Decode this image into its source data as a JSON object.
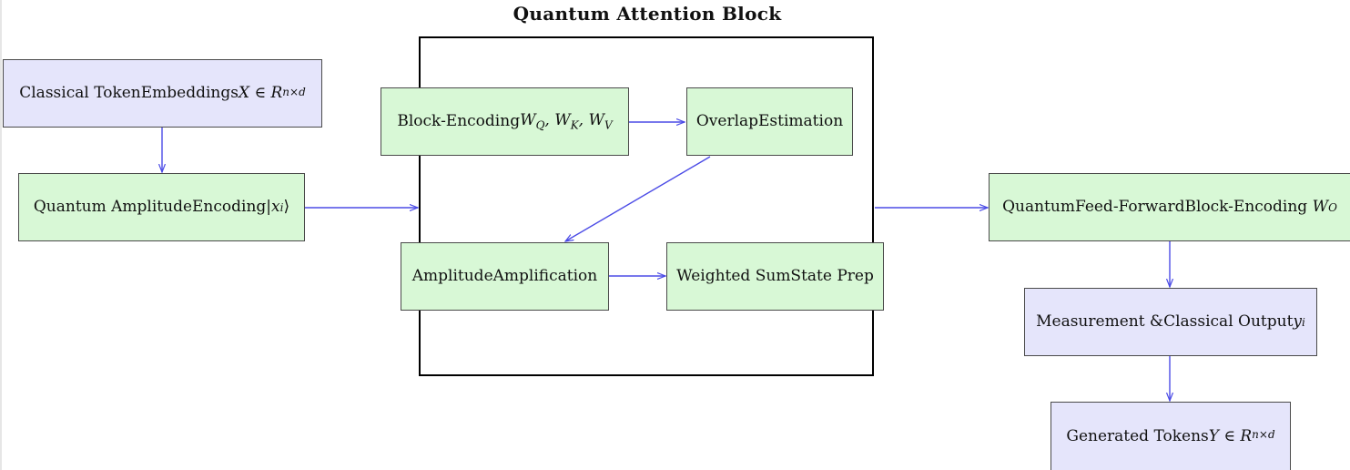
{
  "title": "Quantum Attention Block",
  "colors": {
    "blue_fill": "#e5e5fb",
    "green_fill": "#d8f8d6",
    "arrow": "#4b4be6"
  },
  "nodes": {
    "classical_embeddings": {
      "text": "Classical TokenEmbeddings",
      "var": "X ∈ R",
      "sup": "n×d"
    },
    "amplitude_encoding": {
      "text": "Quantum AmplitudeEncoding",
      "var": "|x",
      "sub": "i",
      "close": "⟩"
    },
    "block_encoding": {
      "text": "Block-Encoding",
      "math": "W_Q, W_K, W_V"
    },
    "overlap_estimation": {
      "text": "OverlapEstimation"
    },
    "amplitude_amplification": {
      "text": "AmplitudeAmplification"
    },
    "weighted_sum": {
      "text": "Weighted SumState Prep"
    },
    "feed_forward": {
      "text": "QuantumFeed-ForwardBlock-Encoding ",
      "var": "W",
      "sub": "O"
    },
    "measurement": {
      "text": "Measurement &Classical Output",
      "var": "y",
      "sub": "i"
    },
    "generated_tokens": {
      "text": "Generated Tokens",
      "var": "Y ∈ R",
      "sup": "n×d"
    }
  }
}
